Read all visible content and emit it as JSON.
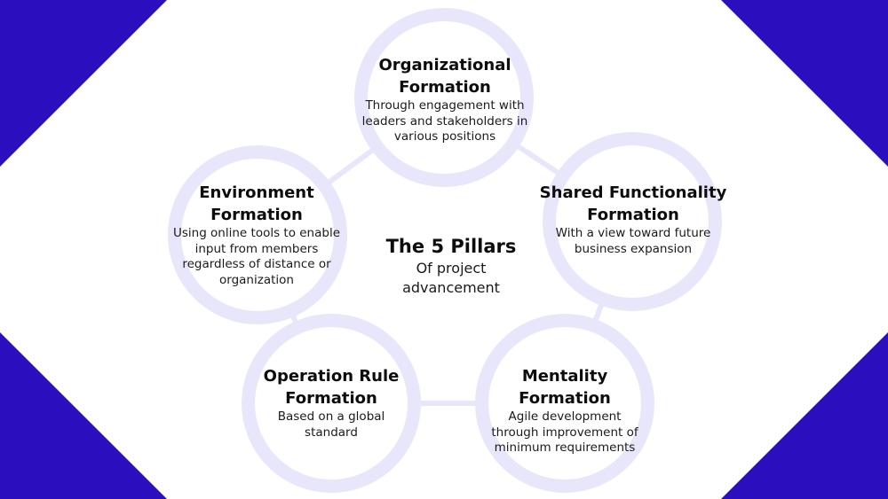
{
  "colors": {
    "corner_accent": "#2b0fbf",
    "circle_ring": "#e8e6fb",
    "connector": "#e8e6fb"
  },
  "center": {
    "title": "The 5 Pillars",
    "subtitle": "Of project\nadvancement"
  },
  "pillars": [
    {
      "id": "organizational",
      "title": "Organizational\nFormation",
      "description": "Through engagement with\nleaders and stakeholders in\nvarious positions"
    },
    {
      "id": "shared-functionality",
      "title": "Shared Functionality\nFormation",
      "description": "With a view toward future\nbusiness expansion"
    },
    {
      "id": "mentality",
      "title": "Mentality\nFormation",
      "description": "Agile development\nthrough improvement of\nminimum requirements"
    },
    {
      "id": "operation-rule",
      "title": "Operation Rule\nFormation",
      "description": "Based on a global\nstandard"
    },
    {
      "id": "environment",
      "title": "Environment\nFormation",
      "description": "Using online tools to enable\ninput from members\nregardless of distance or\norganization"
    }
  ]
}
